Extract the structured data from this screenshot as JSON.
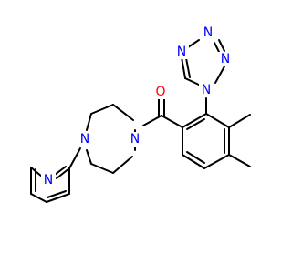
{
  "colors": {
    "bond": "#000000",
    "nitrogen": "#0000ff",
    "oxygen": "#ff0000",
    "background": "#ffffff"
  },
  "molecule": {
    "atoms": [
      {
        "id": "o1",
        "symbol": "O",
        "color": "oxygen"
      },
      {
        "id": "n_pip1",
        "symbol": "N",
        "color": "nitrogen"
      },
      {
        "id": "n_pip4",
        "symbol": "N",
        "color": "nitrogen"
      },
      {
        "id": "n_py",
        "symbol": "N",
        "color": "nitrogen"
      },
      {
        "id": "n_tz1",
        "symbol": "N",
        "color": "nitrogen"
      },
      {
        "id": "n_tz2",
        "symbol": "N",
        "color": "nitrogen"
      },
      {
        "id": "n_tz3",
        "symbol": "N",
        "color": "nitrogen"
      },
      {
        "id": "n_tz4",
        "symbol": "N",
        "color": "nitrogen"
      }
    ]
  }
}
